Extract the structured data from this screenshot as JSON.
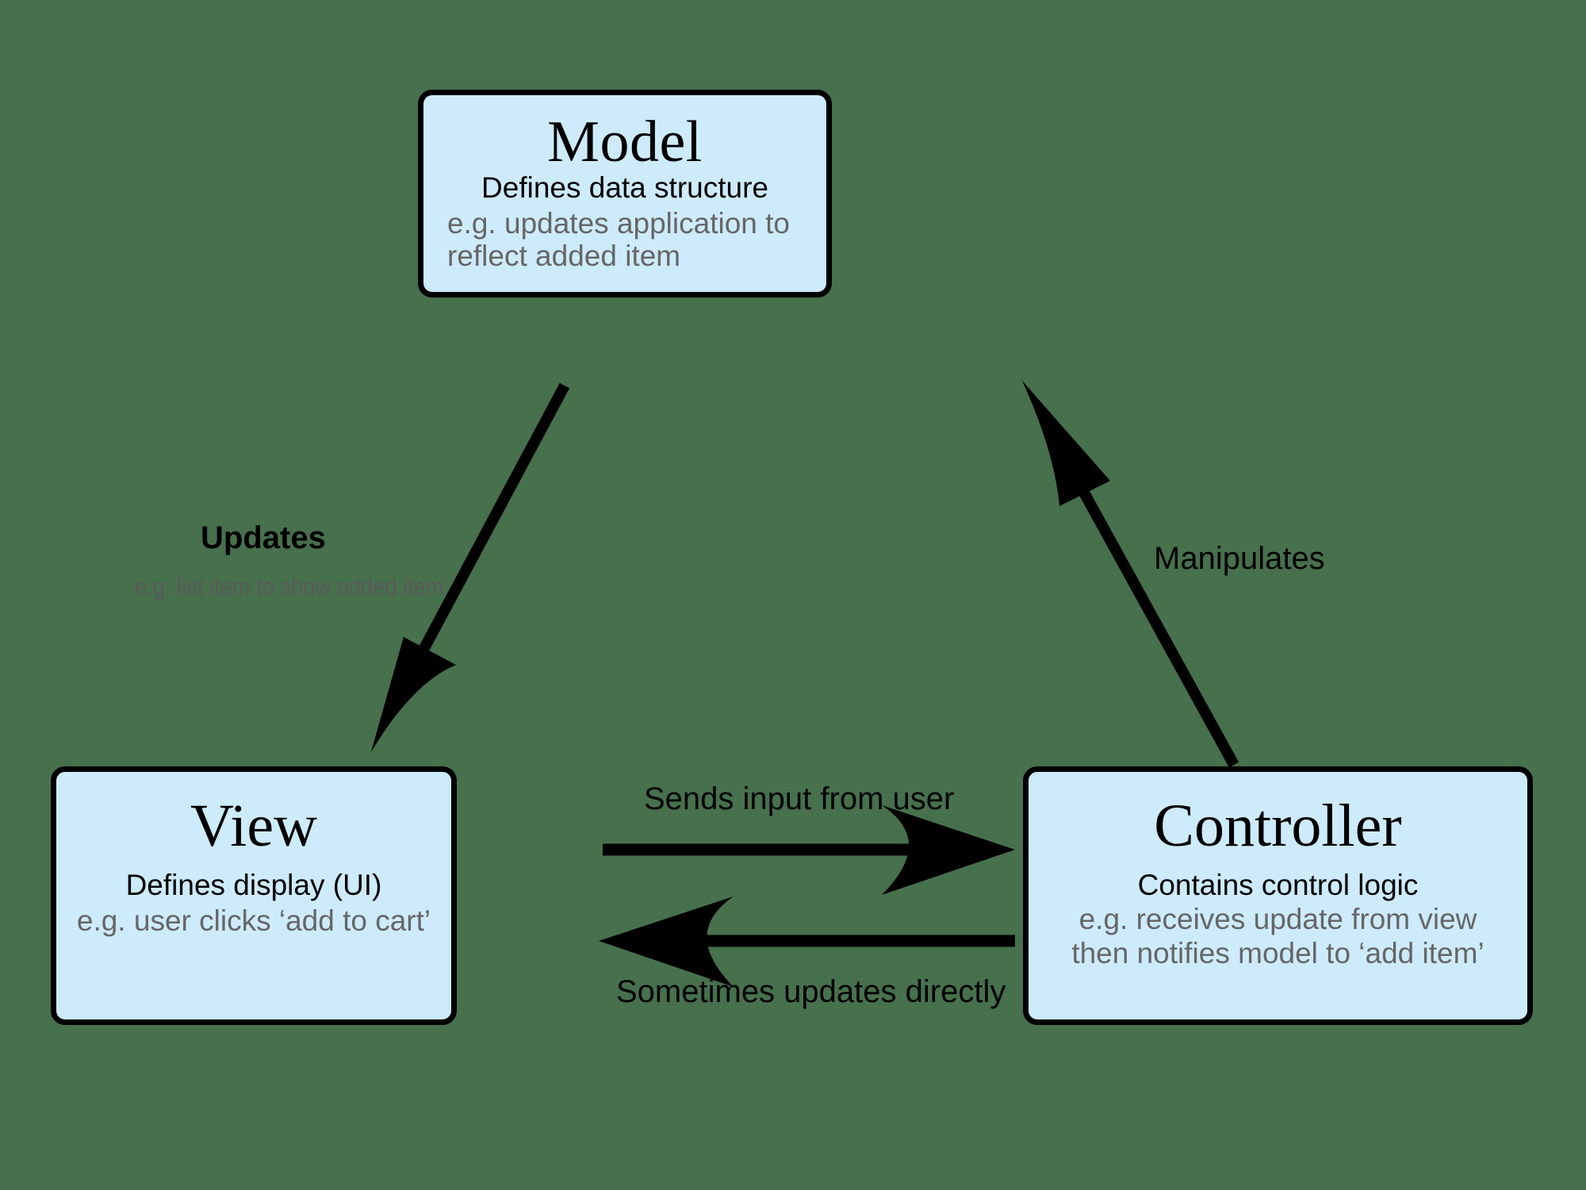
{
  "diagram": {
    "title_semantic": "mvc-pattern-diagram",
    "background_color": "#47704d",
    "node_fill_color": "#cdebfb",
    "node_border_color": "#000000",
    "eg_text_color": "#666666"
  },
  "nodes": {
    "model": {
      "title": "Model",
      "subtitle": "Defines data structure",
      "example": "e.g. updates application to reflect added item"
    },
    "view": {
      "title": "View",
      "subtitle": "Defines display (UI)",
      "example": "e.g. user clicks ‘add to cart’"
    },
    "controller": {
      "title": "Controller",
      "subtitle": "Contains control logic",
      "example_line1": "e.g. receives update from view",
      "example_line2": "then notifies model to ‘add item’"
    }
  },
  "edges": {
    "model_to_view": {
      "label": "Updates",
      "example": "e.g. list item to show added item"
    },
    "controller_to_model": {
      "label": "Manipulates"
    },
    "view_to_controller": {
      "label": "Sends input from user"
    },
    "controller_to_view": {
      "label": "Sometimes updates directly"
    }
  }
}
